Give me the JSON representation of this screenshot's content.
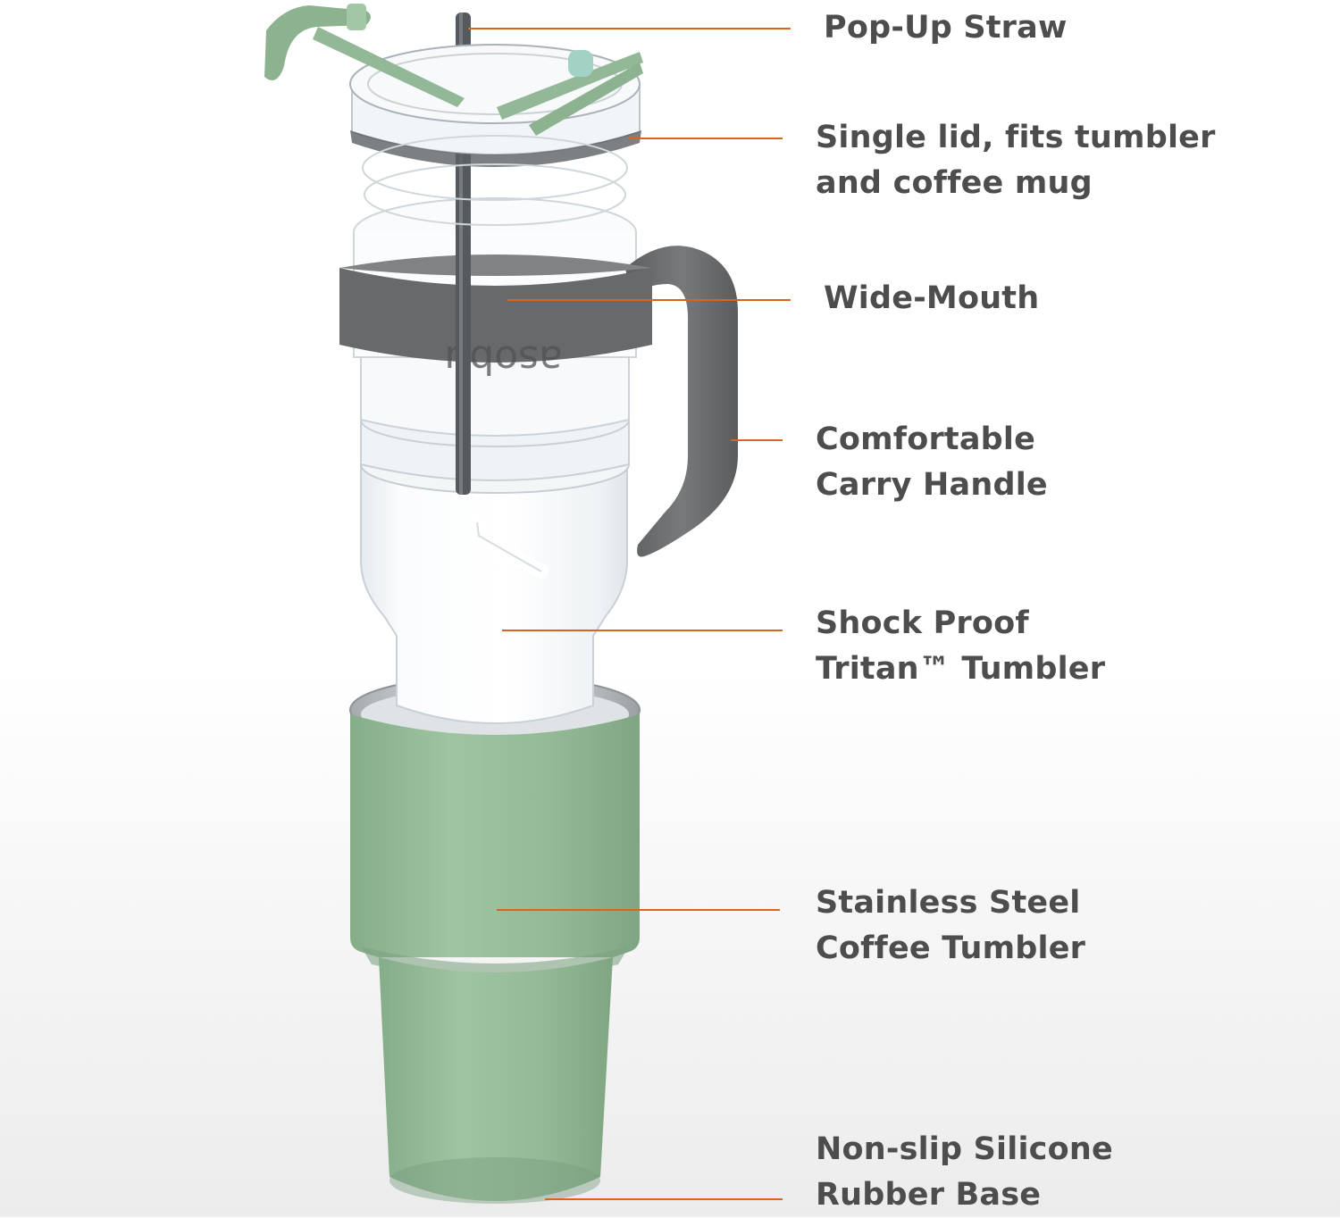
{
  "colors": {
    "leader_line": "#d9641e",
    "label_text": "#4d4d4d",
    "sage_green": "#8fb693",
    "handle_gray": "#6b6d6e",
    "straw_gray": "#555a5e"
  },
  "callouts": [
    {
      "id": "pop-up-straw",
      "lines": [
        "Pop-Up Straw"
      ]
    },
    {
      "id": "single-lid",
      "lines": [
        "Single lid, fits tumbler",
        "and coffee mug"
      ]
    },
    {
      "id": "wide-mouth",
      "lines": [
        "Wide-Mouth"
      ]
    },
    {
      "id": "carry-handle",
      "lines": [
        "Comfortable",
        "Carry Handle"
      ]
    },
    {
      "id": "tritan-tumbler",
      "lines": [
        "Shock Proof",
        "Tritan™ Tumbler"
      ]
    },
    {
      "id": "steel-tumbler",
      "lines": [
        "Stainless Steel",
        "Coffee Tumbler"
      ]
    },
    {
      "id": "silicone-base",
      "lines": [
        "Non-slip Silicone",
        "Rubber Base"
      ]
    }
  ],
  "product": {
    "brand_mark": "asobu",
    "icons": [
      "straw-flap-icon",
      "lid-icon",
      "handle-band-icon",
      "tritan-cup-icon",
      "steel-sleeve-icon"
    ]
  }
}
